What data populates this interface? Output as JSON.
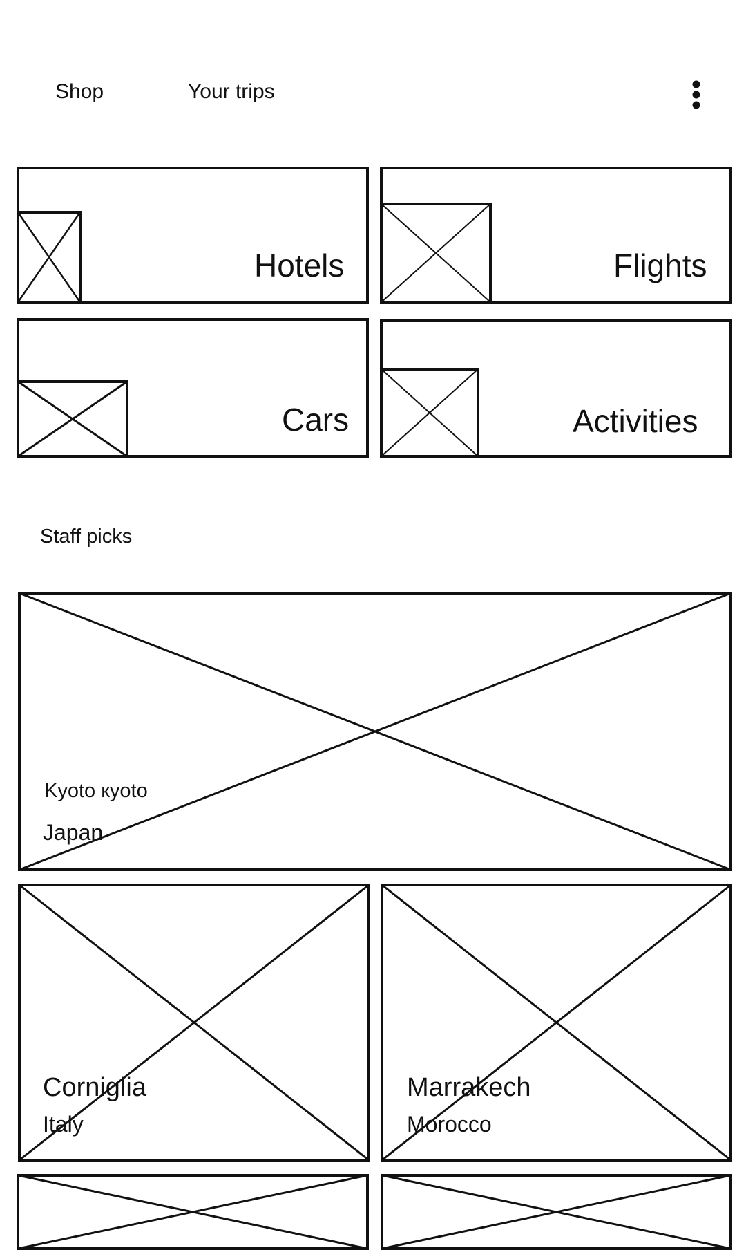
{
  "header": {
    "tabs": [
      {
        "label": "Shop"
      },
      {
        "label": "Your trips"
      }
    ],
    "menu_icon": "more-vert-icon"
  },
  "categories": [
    {
      "label": "Hotels",
      "icon": "image-placeholder-icon"
    },
    {
      "label": "Flights",
      "icon": "image-placeholder-icon"
    },
    {
      "label": "Cars",
      "icon": "image-placeholder-icon"
    },
    {
      "label": "Activities",
      "icon": "image-placeholder-icon"
    }
  ],
  "staff_picks": {
    "heading": "Staff picks",
    "items": [
      {
        "title": "Kyoto кyoto",
        "subtitle": "Japan"
      },
      {
        "title": "Corniglia",
        "subtitle": "Italy"
      },
      {
        "title": "Marrakech",
        "subtitle": "Morocco"
      }
    ]
  }
}
